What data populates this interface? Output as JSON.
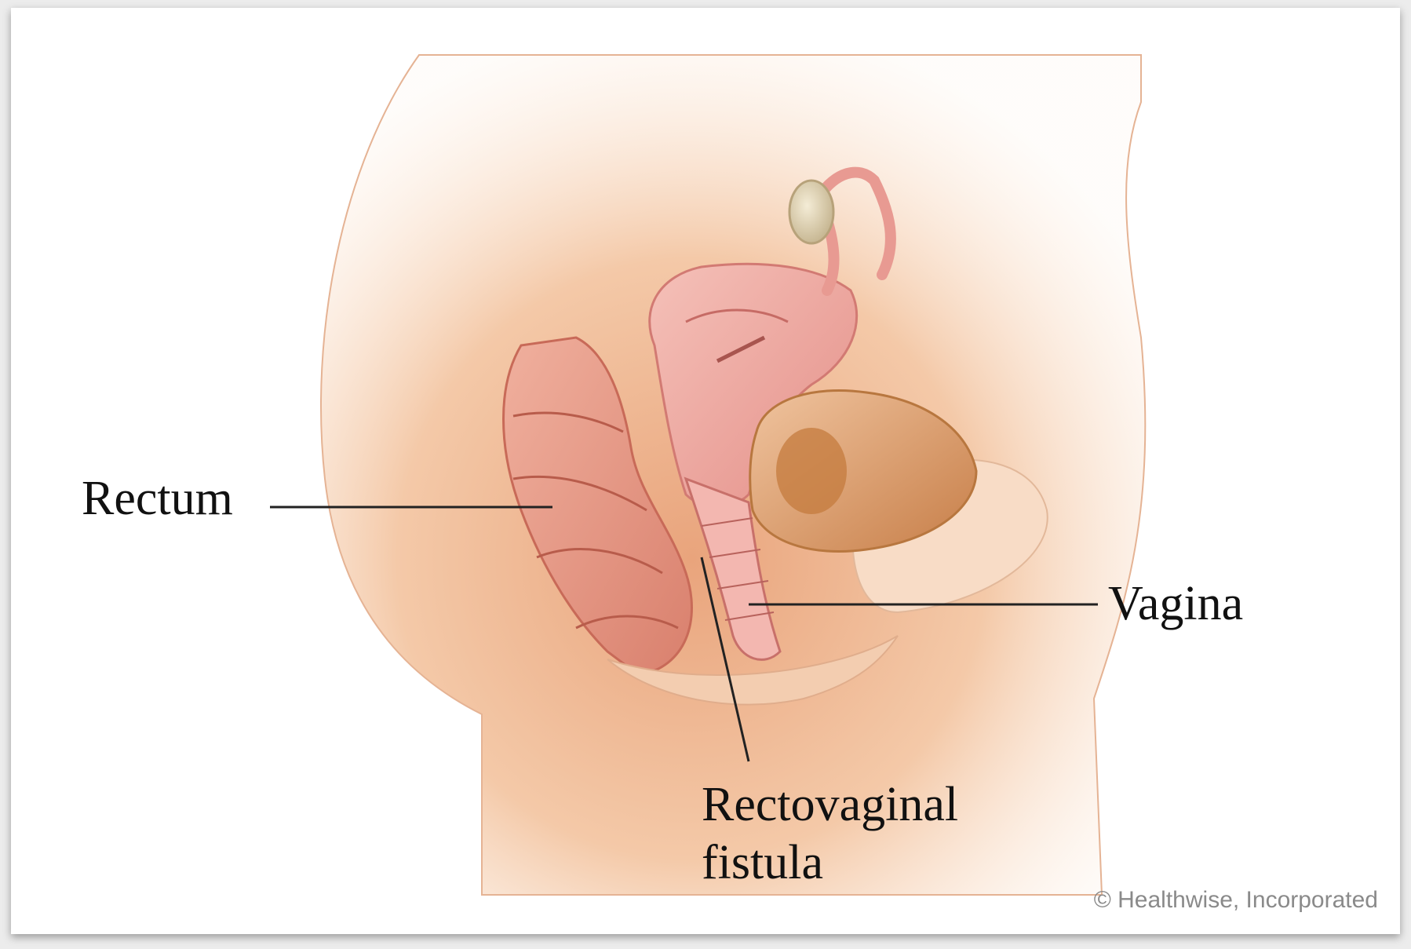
{
  "labels": {
    "rectum": "Rectum",
    "vagina": "Vagina",
    "fistula_line1": "Rectovaginal",
    "fistula_line2": "fistula"
  },
  "copyright": "© Healthwise, Incorporated",
  "colors": {
    "skin": "#f6d3b6",
    "skin_shadow": "#e8a27a",
    "rectum": "#e58f7d",
    "uterus": "#f1a6a0",
    "bladder": "#d9975d",
    "ovary": "#e8dcc1",
    "line": "#222222"
  }
}
